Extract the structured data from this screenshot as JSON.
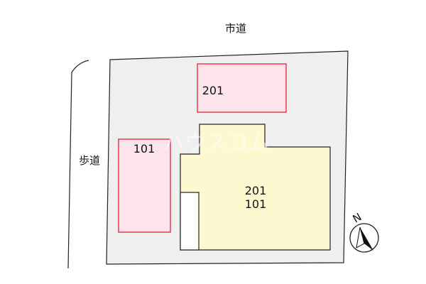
{
  "map": {
    "road_top": "市道",
    "road_left": "歩道",
    "parking": [
      {
        "label": "201"
      },
      {
        "label": "101"
      }
    ],
    "building": {
      "label_line1": "201",
      "label_line2": "101"
    },
    "compass": {
      "label": "N"
    },
    "watermark": "ハウスコム"
  },
  "colors": {
    "lot_fill": "#efefef",
    "lot_stroke": "#222222",
    "parking_fill": "#fde3ec",
    "parking_stroke": "#e2242f",
    "building_fill": "#fdf8cf",
    "building_stroke": "#222222"
  }
}
